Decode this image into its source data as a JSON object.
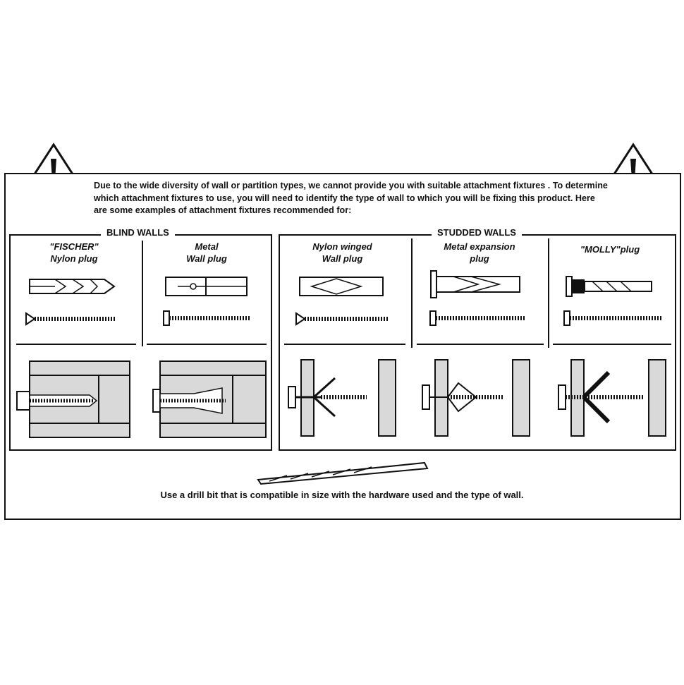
{
  "intro_text": "Due to the wide diversity of wall or partition types, we cannot provide you with suitable attachment fixtures . To determine which attachment fixtures to use, you will need to identify the type of wall to which you will be fixing this product. Here are some examples of attachment fixtures recommended for:",
  "groups": {
    "blind_walls": "BLIND WALLS",
    "studded_walls": "STUDDED WALLS"
  },
  "fixtures": {
    "fischer": {
      "line1": "\"FISCHER\"",
      "line2": "Nylon plug"
    },
    "metal_wall": {
      "line1": "Metal",
      "line2": "Wall plug"
    },
    "nylon_winged": {
      "line1": "Nylon winged",
      "line2": "Wall plug"
    },
    "metal_expansion": {
      "line1": "Metal expansion",
      "line2": "plug"
    },
    "molly": {
      "line1": "\"MOLLY\"plug"
    }
  },
  "footer_text": "Use a drill bit that is compatible in size with the hardware used and the type of wall.",
  "icons": [
    "warning-triangle-icon",
    "drill-bit-icon"
  ]
}
